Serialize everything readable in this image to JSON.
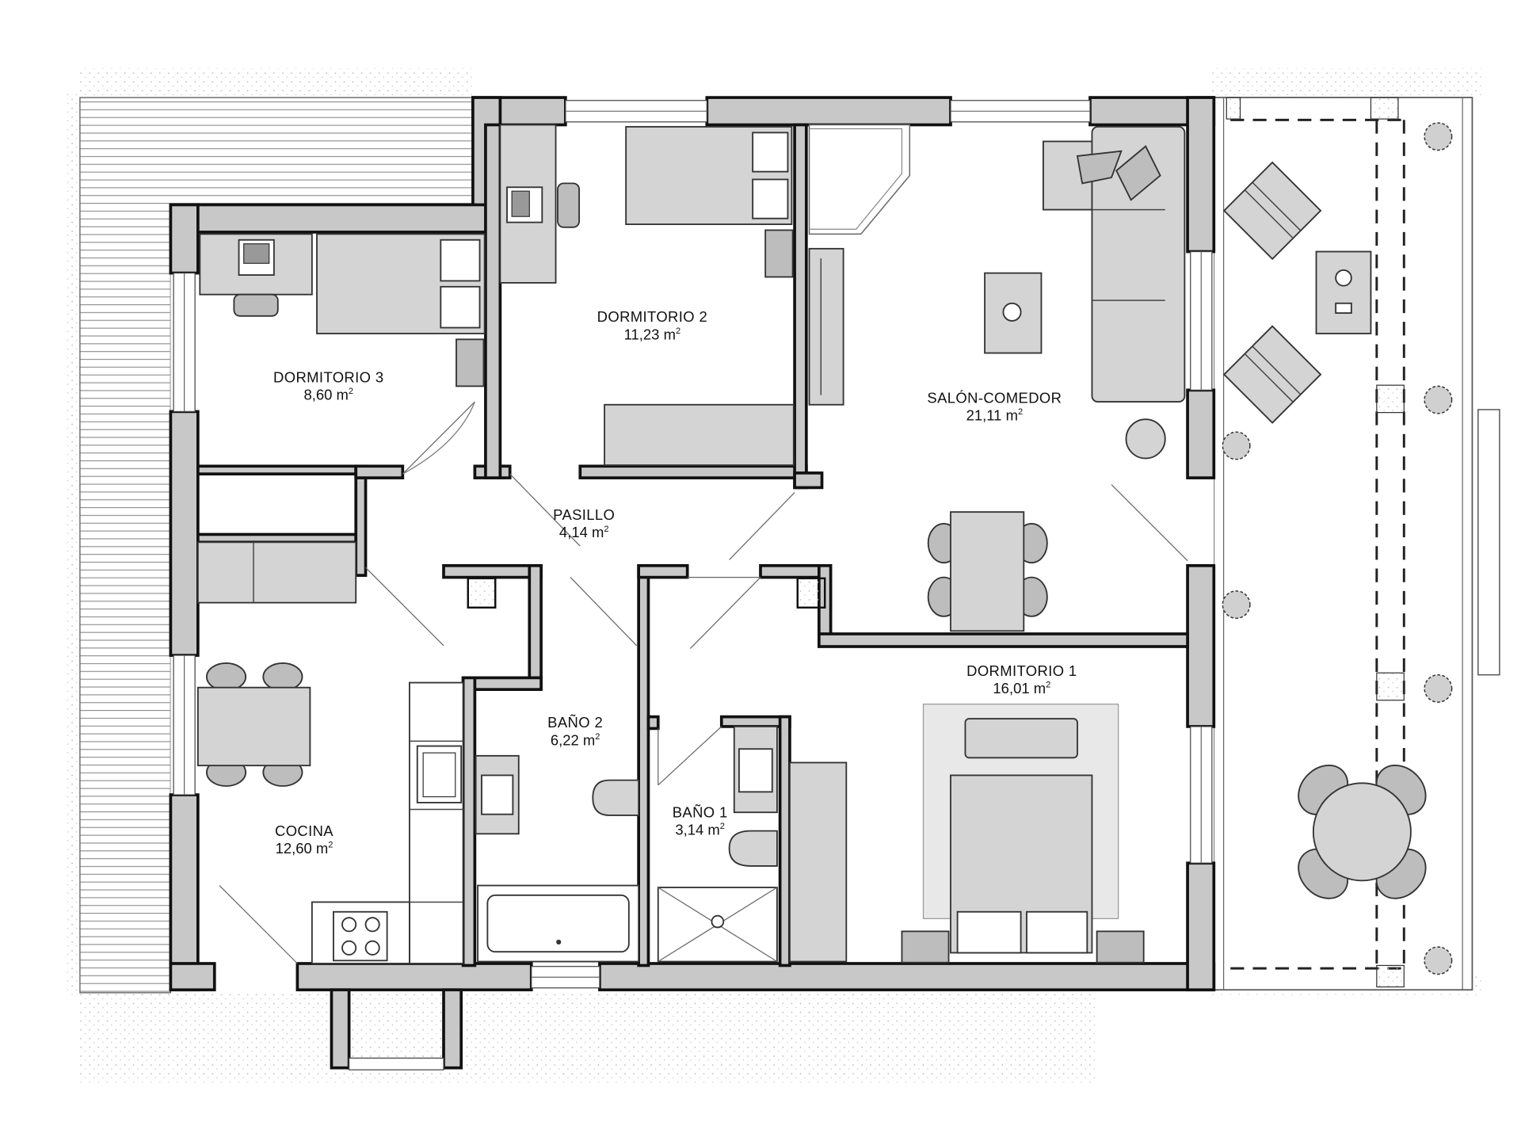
{
  "rooms": [
    {
      "id": "dormitorio-3",
      "name": "DORMITORIO 3",
      "area": "8,60 m",
      "sup": "2"
    },
    {
      "id": "dormitorio-2",
      "name": "DORMITORIO 2",
      "area": "11,23 m",
      "sup": "2"
    },
    {
      "id": "salon-comedor",
      "name": "SALÓN-COMEDOR",
      "area": "21,11 m",
      "sup": "2"
    },
    {
      "id": "pasillo",
      "name": "PASILLO",
      "area": "4,14 m",
      "sup": "2"
    },
    {
      "id": "dormitorio-1",
      "name": "DORMITORIO 1",
      "area": "16,01 m",
      "sup": "2"
    },
    {
      "id": "bano-2",
      "name": "BAÑO 2",
      "area": "6,22 m",
      "sup": "2"
    },
    {
      "id": "bano-1",
      "name": "BAÑO 1",
      "area": "3,14 m",
      "sup": "2"
    },
    {
      "id": "cocina",
      "name": "COCINA",
      "area": "12,60 m",
      "sup": "2"
    }
  ],
  "colors": {
    "wall": "#c8c8c8",
    "furniture": "#d4d4d4",
    "line": "#111111",
    "ground_dots": "#bbbbbb"
  }
}
